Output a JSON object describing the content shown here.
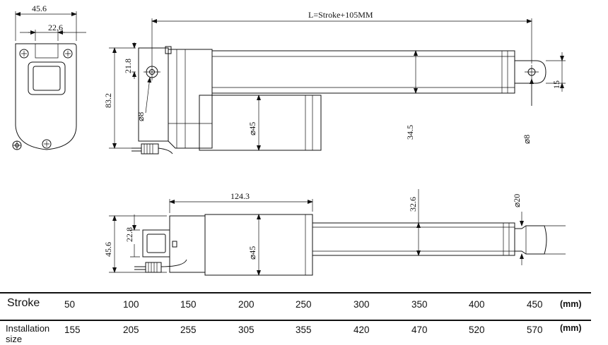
{
  "dimensions": {
    "width_total": "45.6",
    "hole_spacing": "22.6",
    "length_formula": "L=Stroke+105MM",
    "height_total": "83.2",
    "eye_offset": "21.8",
    "eye_diameter": "⌀8",
    "motor_diameter": "⌀45",
    "tube_height": "34.5",
    "rod_end_height": "15",
    "rod_eye_diameter": "⌀8",
    "body_length": "124.3",
    "side_height": "45.6",
    "side_offset": "22.8",
    "side_motor_diameter": "⌀45",
    "side_tube_height": "32.6",
    "rod_diameter": "⌀20"
  },
  "table": {
    "rows": [
      {
        "label": "Stroke",
        "values": [
          "50",
          "100",
          "150",
          "200",
          "250",
          "300",
          "350",
          "400",
          "450"
        ],
        "unit": "(mm)"
      },
      {
        "label": "Installation size",
        "values": [
          "155",
          "205",
          "255",
          "305",
          "355",
          "420",
          "470",
          "520",
          "570"
        ],
        "unit": "(mm)"
      }
    ]
  }
}
